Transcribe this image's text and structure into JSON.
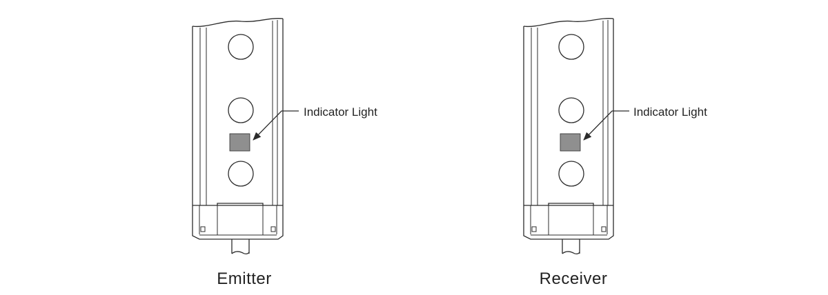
{
  "colors": {
    "line": "#2b2b2b",
    "indicator_fill": "#8f8f8f",
    "background": "#ffffff"
  },
  "emitter": {
    "name": "Emitter",
    "callout": "Indicator Light"
  },
  "receiver": {
    "name": "Receiver",
    "callout": "Indicator Light"
  }
}
